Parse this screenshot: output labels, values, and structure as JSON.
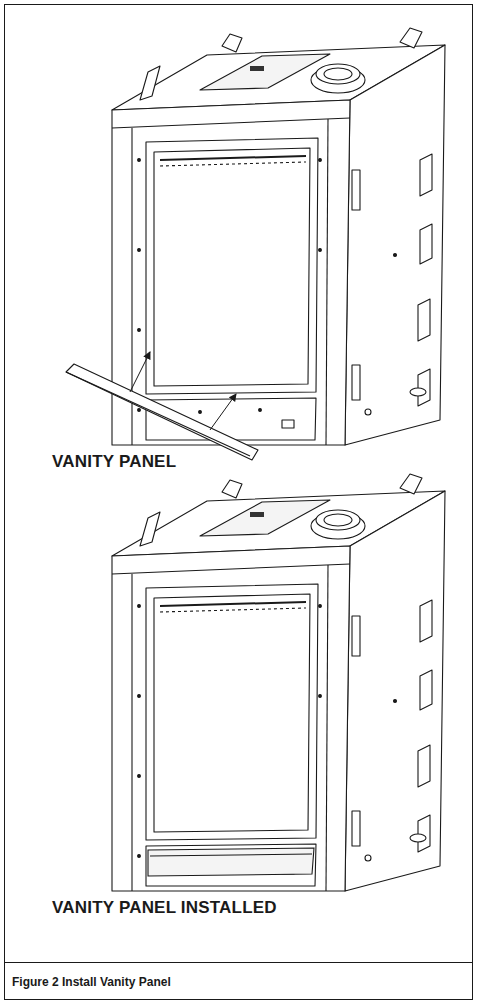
{
  "diagram": {
    "caption": "Figure 2 Install Vanity Panel",
    "labels": [
      "VANITY PANEL",
      "VANITY PANEL INSTALLED"
    ]
  }
}
